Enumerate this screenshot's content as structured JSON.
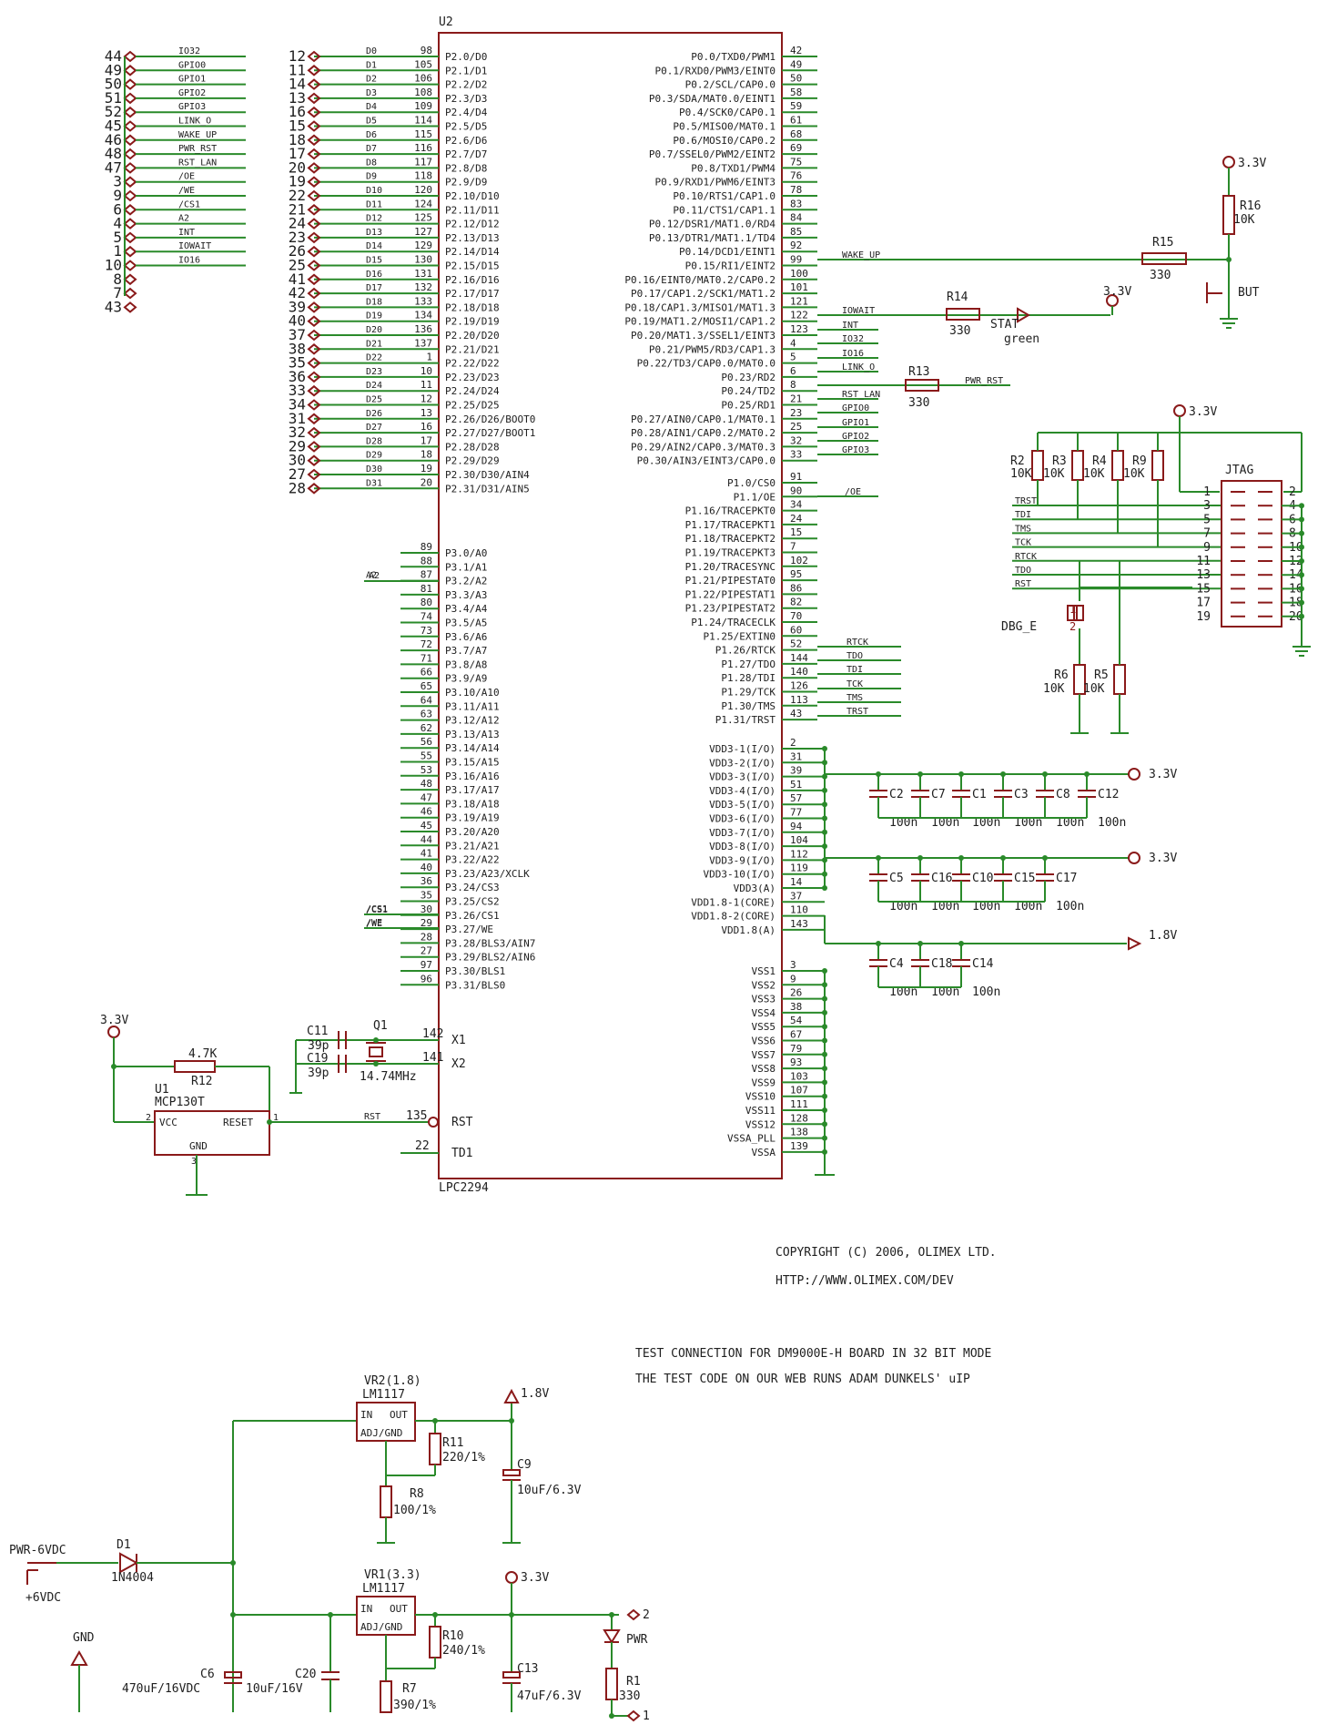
{
  "u2": {
    "ref": "U2",
    "part": "LPC2294",
    "left_upper": [
      {
        "ext": "12",
        "pin": "98",
        "net": "D0",
        "name": "P2.0/D0"
      },
      {
        "ext": "11",
        "pin": "105",
        "net": "D1",
        "name": "P2.1/D1"
      },
      {
        "ext": "14",
        "pin": "106",
        "net": "D2",
        "name": "P2.2/D2"
      },
      {
        "ext": "13",
        "pin": "108",
        "net": "D3",
        "name": "P2.3/D3"
      },
      {
        "ext": "16",
        "pin": "109",
        "net": "D4",
        "name": "P2.4/D4"
      },
      {
        "ext": "15",
        "pin": "114",
        "net": "D5",
        "name": "P2.5/D5"
      },
      {
        "ext": "18",
        "pin": "115",
        "net": "D6",
        "name": "P2.6/D6"
      },
      {
        "ext": "17",
        "pin": "116",
        "net": "D7",
        "name": "P2.7/D7"
      },
      {
        "ext": "20",
        "pin": "117",
        "net": "D8",
        "name": "P2.8/D8"
      },
      {
        "ext": "19",
        "pin": "118",
        "net": "D9",
        "name": "P2.9/D9"
      },
      {
        "ext": "22",
        "pin": "120",
        "net": "D10",
        "name": "P2.10/D10"
      },
      {
        "ext": "21",
        "pin": "124",
        "net": "D11",
        "name": "P2.11/D11"
      },
      {
        "ext": "24",
        "pin": "125",
        "net": "D12",
        "name": "P2.12/D12"
      },
      {
        "ext": "23",
        "pin": "127",
        "net": "D13",
        "name": "P2.13/D13"
      },
      {
        "ext": "26",
        "pin": "129",
        "net": "D14",
        "name": "P2.14/D14"
      },
      {
        "ext": "25",
        "pin": "130",
        "net": "D15",
        "name": "P2.15/D15"
      },
      {
        "ext": "41",
        "pin": "131",
        "net": "D16",
        "name": "P2.16/D16"
      },
      {
        "ext": "42",
        "pin": "132",
        "net": "D17",
        "name": "P2.17/D17"
      },
      {
        "ext": "39",
        "pin": "133",
        "net": "D18",
        "name": "P2.18/D18"
      },
      {
        "ext": "40",
        "pin": "134",
        "net": "D19",
        "name": "P2.19/D19"
      },
      {
        "ext": "37",
        "pin": "136",
        "net": "D20",
        "name": "P2.20/D20"
      },
      {
        "ext": "38",
        "pin": "137",
        "net": "D21",
        "name": "P2.21/D21"
      },
      {
        "ext": "35",
        "pin": "1",
        "net": "D22",
        "name": "P2.22/D22"
      },
      {
        "ext": "36",
        "pin": "10",
        "net": "D23",
        "name": "P2.23/D23"
      },
      {
        "ext": "33",
        "pin": "11",
        "net": "D24",
        "name": "P2.24/D24"
      },
      {
        "ext": "34",
        "pin": "12",
        "net": "D25",
        "name": "P2.25/D25"
      },
      {
        "ext": "31",
        "pin": "13",
        "net": "D26",
        "name": "P2.26/D26/BOOT0"
      },
      {
        "ext": "32",
        "pin": "16",
        "net": "D27",
        "name": "P2.27/D27/BOOT1"
      },
      {
        "ext": "29",
        "pin": "17",
        "net": "D28",
        "name": "P2.28/D28"
      },
      {
        "ext": "30",
        "pin": "18",
        "net": "D29",
        "name": "P2.29/D29"
      },
      {
        "ext": "27",
        "pin": "19",
        "net": "D30",
        "name": "P2.30/D30/AIN4"
      },
      {
        "ext": "28",
        "pin": "20",
        "net": "D31",
        "name": "P2.31/D31/AIN5"
      }
    ],
    "left_lower": [
      {
        "pin": "89",
        "net": "",
        "name": "P3.0/A0"
      },
      {
        "pin": "88",
        "net": "",
        "name": "P3.1/A1"
      },
      {
        "pin": "87",
        "net": "A2",
        "name": "P3.2/A2"
      },
      {
        "pin": "81",
        "net": "",
        "name": "P3.3/A3"
      },
      {
        "pin": "80",
        "net": "",
        "name": "P3.4/A4"
      },
      {
        "pin": "74",
        "net": "",
        "name": "P3.5/A5"
      },
      {
        "pin": "73",
        "net": "",
        "name": "P3.6/A6"
      },
      {
        "pin": "72",
        "net": "",
        "name": "P3.7/A7"
      },
      {
        "pin": "71",
        "net": "",
        "name": "P3.8/A8"
      },
      {
        "pin": "66",
        "net": "",
        "name": "P3.9/A9"
      },
      {
        "pin": "65",
        "net": "",
        "name": "P3.10/A10"
      },
      {
        "pin": "64",
        "net": "",
        "name": "P3.11/A11"
      },
      {
        "pin": "63",
        "net": "",
        "name": "P3.12/A12"
      },
      {
        "pin": "62",
        "net": "",
        "name": "P3.13/A13"
      },
      {
        "pin": "56",
        "net": "",
        "name": "P3.14/A14"
      },
      {
        "pin": "55",
        "net": "",
        "name": "P3.15/A15"
      },
      {
        "pin": "53",
        "net": "",
        "name": "P3.16/A16"
      },
      {
        "pin": "48",
        "net": "",
        "name": "P3.17/A17"
      },
      {
        "pin": "47",
        "net": "",
        "name": "P3.18/A18"
      },
      {
        "pin": "46",
        "net": "",
        "name": "P3.19/A19"
      },
      {
        "pin": "45",
        "net": "",
        "name": "P3.20/A20"
      },
      {
        "pin": "44",
        "net": "",
        "name": "P3.21/A21"
      },
      {
        "pin": "41",
        "net": "",
        "name": "P3.22/A22"
      },
      {
        "pin": "40",
        "net": "",
        "name": "P3.23/A23/XCLK"
      },
      {
        "pin": "36",
        "net": "",
        "name": "P3.24/CS3"
      },
      {
        "pin": "35",
        "net": "",
        "name": "P3.25/CS2"
      },
      {
        "pin": "30",
        "net": "/CS1",
        "name": "P3.26/CS1"
      },
      {
        "pin": "29",
        "net": "/WE",
        "name": "P3.27/WE"
      },
      {
        "pin": "28",
        "net": "",
        "name": "P3.28/BLS3/AIN7"
      },
      {
        "pin": "27",
        "net": "",
        "name": "P3.29/BLS2/AIN6"
      },
      {
        "pin": "97",
        "net": "",
        "name": "P3.30/BLS1"
      },
      {
        "pin": "96",
        "net": "",
        "name": "P3.31/BLS0"
      }
    ],
    "left_misc": [
      {
        "pin": "142",
        "net": "",
        "name": "X1"
      },
      {
        "pin": "141",
        "net": "",
        "name": "X2"
      },
      {
        "pin": "135",
        "net": "RST",
        "name": "RST"
      },
      {
        "pin": "22",
        "net": "",
        "name": "TD1"
      }
    ],
    "right_upper": [
      {
        "pin": "42",
        "net": "",
        "name": "P0.0/TXD0/PWM1"
      },
      {
        "pin": "49",
        "net": "",
        "name": "P0.1/RXD0/PWM3/EINT0"
      },
      {
        "pin": "50",
        "net": "",
        "name": "P0.2/SCL/CAP0.0"
      },
      {
        "pin": "58",
        "net": "",
        "name": "P0.3/SDA/MAT0.0/EINT1"
      },
      {
        "pin": "59",
        "net": "",
        "name": "P0.4/SCK0/CAP0.1"
      },
      {
        "pin": "61",
        "net": "",
        "name": "P0.5/MISO0/MAT0.1"
      },
      {
        "pin": "68",
        "net": "",
        "name": "P0.6/MOSI0/CAP0.2"
      },
      {
        "pin": "69",
        "net": "",
        "name": "P0.7/SSEL0/PWM2/EINT2"
      },
      {
        "pin": "75",
        "net": "",
        "name": "P0.8/TXD1/PWM4"
      },
      {
        "pin": "76",
        "net": "",
        "name": "P0.9/RXD1/PWM6/EINT3"
      },
      {
        "pin": "78",
        "net": "",
        "name": "P0.10/RTS1/CAP1.0"
      },
      {
        "pin": "83",
        "net": "",
        "name": "P0.11/CTS1/CAP1.1"
      },
      {
        "pin": "84",
        "net": "",
        "name": "P0.12/DSR1/MAT1.0/RD4"
      },
      {
        "pin": "85",
        "net": "",
        "name": "P0.13/DTR1/MAT1.1/TD4"
      },
      {
        "pin": "92",
        "net": "",
        "name": "P0.14/DCD1/EINT1"
      },
      {
        "pin": "99",
        "net": "WAKE_UP",
        "name": "P0.15/RI1/EINT2"
      },
      {
        "pin": "100",
        "net": "",
        "name": "P0.16/EINT0/MAT0.2/CAP0.2"
      },
      {
        "pin": "101",
        "net": "",
        "name": "P0.17/CAP1.2/SCK1/MAT1.2"
      },
      {
        "pin": "121",
        "net": "",
        "name": "P0.18/CAP1.3/MISO1/MAT1.3"
      },
      {
        "pin": "122",
        "net": "IOWAIT",
        "name": "P0.19/MAT1.2/MOSI1/CAP1.2"
      },
      {
        "pin": "123",
        "net": "INT",
        "name": "P0.20/MAT1.3/SSEL1/EINT3"
      },
      {
        "pin": "4",
        "net": "IO32",
        "name": "P0.21/PWM5/RD3/CAP1.3"
      },
      {
        "pin": "5",
        "net": "IO16",
        "name": "P0.22/TD3/CAP0.0/MAT0.0"
      },
      {
        "pin": "6",
        "net": "LINK_O",
        "name": "P0.23/RD2"
      },
      {
        "pin": "8",
        "net": "",
        "name": "P0.24/TD2"
      },
      {
        "pin": "21",
        "net": "RST_LAN",
        "name": "P0.25/RD1"
      },
      {
        "pin": "23",
        "net": "GPIO0",
        "name": "P0.27/AIN0/CAP0.1/MAT0.1"
      },
      {
        "pin": "25",
        "net": "GPIO1",
        "name": "P0.28/AIN1/CAP0.2/MAT0.2"
      },
      {
        "pin": "32",
        "net": "GPIO2",
        "name": "P0.29/AIN2/CAP0.3/MAT0.3"
      },
      {
        "pin": "33",
        "net": "GPIO3",
        "name": "P0.30/AIN3/EINT3/CAP0.0"
      }
    ],
    "right_p1": [
      {
        "pin": "91",
        "net": "",
        "name": "P1.0/CS0"
      },
      {
        "pin": "90",
        "net": "/OE",
        "name": "P1.1/OE"
      },
      {
        "pin": "34",
        "net": "",
        "name": "P1.16/TRACEPKT0"
      },
      {
        "pin": "24",
        "net": "",
        "name": "P1.17/TRACEPKT1"
      },
      {
        "pin": "15",
        "net": "",
        "name": "P1.18/TRACEPKT2"
      },
      {
        "pin": "7",
        "net": "",
        "name": "P1.19/TRACEPKT3"
      },
      {
        "pin": "102",
        "net": "",
        "name": "P1.20/TRACESYNC"
      },
      {
        "pin": "95",
        "net": "",
        "name": "P1.21/PIPESTAT0"
      },
      {
        "pin": "86",
        "net": "",
        "name": "P1.22/PIPESTAT1"
      },
      {
        "pin": "82",
        "net": "",
        "name": "P1.23/PIPESTAT2"
      },
      {
        "pin": "70",
        "net": "",
        "name": "P1.24/TRACECLK"
      },
      {
        "pin": "60",
        "net": "",
        "name": "P1.25/EXTIN0"
      },
      {
        "pin": "52",
        "net": "RTCK",
        "name": "P1.26/RTCK"
      },
      {
        "pin": "144",
        "net": "TDO",
        "name": "P1.27/TDO"
      },
      {
        "pin": "140",
        "net": "TDI",
        "name": "P1.28/TDI"
      },
      {
        "pin": "126",
        "net": "TCK",
        "name": "P1.29/TCK"
      },
      {
        "pin": "113",
        "net": "TMS",
        "name": "P1.30/TMS"
      },
      {
        "pin": "43",
        "net": "TRST",
        "name": "P1.31/TRST"
      }
    ],
    "right_power": [
      {
        "pin": "2",
        "name": "VDD3-1(I/O)"
      },
      {
        "pin": "31",
        "name": "VDD3-2(I/O)"
      },
      {
        "pin": "39",
        "name": "VDD3-3(I/O)"
      },
      {
        "pin": "51",
        "name": "VDD3-4(I/O)"
      },
      {
        "pin": "57",
        "name": "VDD3-5(I/O)"
      },
      {
        "pin": "77",
        "name": "VDD3-6(I/O)"
      },
      {
        "pin": "94",
        "name": "VDD3-7(I/O)"
      },
      {
        "pin": "104",
        "name": "VDD3-8(I/O)"
      },
      {
        "pin": "112",
        "name": "VDD3-9(I/O)"
      },
      {
        "pin": "119",
        "name": "VDD3-10(I/O)"
      },
      {
        "pin": "14",
        "name": "VDD3(A)"
      },
      {
        "pin": "37",
        "name": "VDD1.8-1(CORE)"
      },
      {
        "pin": "110",
        "name": "VDD1.8-2(CORE)"
      },
      {
        "pin": "143",
        "name": "VDD1.8(A)"
      }
    ],
    "right_gnd": [
      {
        "pin": "3",
        "name": "VSS1"
      },
      {
        "pin": "9",
        "name": "VSS2"
      },
      {
        "pin": "26",
        "name": "VSS3"
      },
      {
        "pin": "38",
        "name": "VSS4"
      },
      {
        "pin": "54",
        "name": "VSS5"
      },
      {
        "pin": "67",
        "name": "VSS6"
      },
      {
        "pin": "79",
        "name": "VSS7"
      },
      {
        "pin": "93",
        "name": "VSS8"
      },
      {
        "pin": "103",
        "name": "VSS9"
      },
      {
        "pin": "107",
        "name": "VSS10"
      },
      {
        "pin": "111",
        "name": "VSS11"
      },
      {
        "pin": "128",
        "name": "VSS12"
      },
      {
        "pin": "138",
        "name": "VSSA_PLL"
      },
      {
        "pin": "139",
        "name": "VSSA"
      }
    ]
  },
  "header_pins": [
    {
      "num": "44",
      "net": "IO32"
    },
    {
      "num": "49",
      "net": "GPIO0"
    },
    {
      "num": "50",
      "net": "GPIO1"
    },
    {
      "num": "51",
      "net": "GPIO2"
    },
    {
      "num": "52",
      "net": "GPIO3"
    },
    {
      "num": "45",
      "net": "LINK_O"
    },
    {
      "num": "46",
      "net": "WAKE_UP"
    },
    {
      "num": "48",
      "net": "PWR_RST"
    },
    {
      "num": "47",
      "net": "RST_LAN"
    },
    {
      "num": "3",
      "net": "/OE"
    },
    {
      "num": "9",
      "net": "/WE"
    },
    {
      "num": "6",
      "net": "/CS1"
    },
    {
      "num": "4",
      "net": "A2"
    },
    {
      "num": "5",
      "net": "INT"
    },
    {
      "num": "1",
      "net": "IOWAIT"
    },
    {
      "num": "10",
      "net": "IO16"
    },
    {
      "num": "8",
      "net": ""
    },
    {
      "num": "7",
      "net": ""
    },
    {
      "num": "43",
      "net": ""
    }
  ],
  "rails": {
    "v33": "3.3V",
    "v18": "1.8V",
    "gnd": "GND"
  },
  "parts": {
    "r16": {
      "ref": "R16",
      "val": "10K"
    },
    "r15": {
      "ref": "R15",
      "val": "330"
    },
    "but": "BUT",
    "r14": {
      "ref": "R14",
      "val": "330"
    },
    "stat": {
      "ref": "STAT",
      "val": "green"
    },
    "r13": {
      "ref": "R13",
      "val": "330"
    },
    "pwr_rst": "PWR_RST",
    "r2": {
      "ref": "R2",
      "val": "10K"
    },
    "r3": {
      "ref": "R3",
      "val": "10K"
    },
    "r4": {
      "ref": "R4",
      "val": "10K"
    },
    "r9": {
      "ref": "R9",
      "val": "10K"
    },
    "r6": {
      "ref": "R6",
      "val": "10K"
    },
    "r5": {
      "ref": "R5",
      "val": "10K"
    },
    "jtag": "JTAG",
    "dbg": "DBG_E",
    "dbg_pins": [
      "1",
      "2"
    ],
    "jtag_left": [
      "1",
      "3",
      "5",
      "7",
      "9",
      "11",
      "13",
      "15",
      "17",
      "19"
    ],
    "jtag_right": [
      "2",
      "4",
      "6",
      "8",
      "10",
      "12",
      "14",
      "16",
      "18",
      "20"
    ],
    "jtag_nets": [
      "TRST",
      "TDI",
      "TMS",
      "TCK",
      "RTCK",
      "TDO",
      "RST"
    ],
    "caps_row1": [
      {
        "ref": "C2",
        "val": "100n"
      },
      {
        "ref": "C7",
        "val": "100n"
      },
      {
        "ref": "C1",
        "val": "100n"
      },
      {
        "ref": "C3",
        "val": "100n"
      },
      {
        "ref": "C8",
        "val": "100n"
      },
      {
        "ref": "C12",
        "val": "100n"
      }
    ],
    "caps_row2": [
      {
        "ref": "C5",
        "val": "100n"
      },
      {
        "ref": "C16",
        "val": "100n"
      },
      {
        "ref": "C10",
        "val": "100n"
      },
      {
        "ref": "C15",
        "val": "100n"
      },
      {
        "ref": "C17",
        "val": "100n"
      }
    ],
    "caps_row3": [
      {
        "ref": "C4",
        "val": "100n"
      },
      {
        "ref": "C18",
        "val": "100n"
      },
      {
        "ref": "C14",
        "val": "100n"
      }
    ],
    "c11": {
      "ref": "C11",
      "val": "39p"
    },
    "c19": {
      "ref": "C19",
      "val": "39p"
    },
    "q1": {
      "ref": "Q1",
      "val": "14.74MHz"
    },
    "r12": {
      "ref": "R12",
      "val": "4.7K"
    },
    "u1": {
      "ref": "U1",
      "val": "MCP130T",
      "vcc": "VCC",
      "reset": "RESET",
      "gnd": "GND",
      "p1": "1",
      "p2": "2",
      "p3": "3"
    },
    "vr2": {
      "ref": "VR2(1.8)",
      "val": "LM1117",
      "in": "IN",
      "out": "OUT",
      "adj": "ADJ/GND"
    },
    "vr1": {
      "ref": "VR1(3.3)",
      "val": "LM1117",
      "in": "IN",
      "out": "OUT",
      "adj": "ADJ/GND"
    },
    "r11": {
      "ref": "R11",
      "val": "220/1%"
    },
    "r8": {
      "ref": "R8",
      "val": "100/1%"
    },
    "c9": {
      "ref": "C9",
      "val": "10uF/6.3V"
    },
    "r10": {
      "ref": "R10",
      "val": "240/1%"
    },
    "r7": {
      "ref": "R7",
      "val": "390/1%"
    },
    "c13": {
      "ref": "C13",
      "val": "47uF/6.3V"
    },
    "c6": {
      "ref": "C6",
      "val": "470uF/16VDC"
    },
    "c20": {
      "ref": "C20",
      "val": "10uF/16V"
    },
    "d1": {
      "ref": "D1",
      "val": "1N4004"
    },
    "pwr_in": "PWR-6VDC",
    "plus6": "+6VDC",
    "pwr_led": "PWR",
    "r1": {
      "ref": "R1",
      "val": "330"
    },
    "pwr_pins": [
      "2",
      "1"
    ]
  },
  "notes": {
    "copyright": "COPYRIGHT (C) 2006, OLIMEX LTD.",
    "url": "HTTP://WWW.OLIMEX.COM/DEV",
    "test1": "TEST CONNECTION FOR DM9000E-H BOARD IN 32 BIT MODE",
    "test2": "THE TEST CODE ON OUR WEB RUNS ADAM DUNKELS' uIP"
  }
}
